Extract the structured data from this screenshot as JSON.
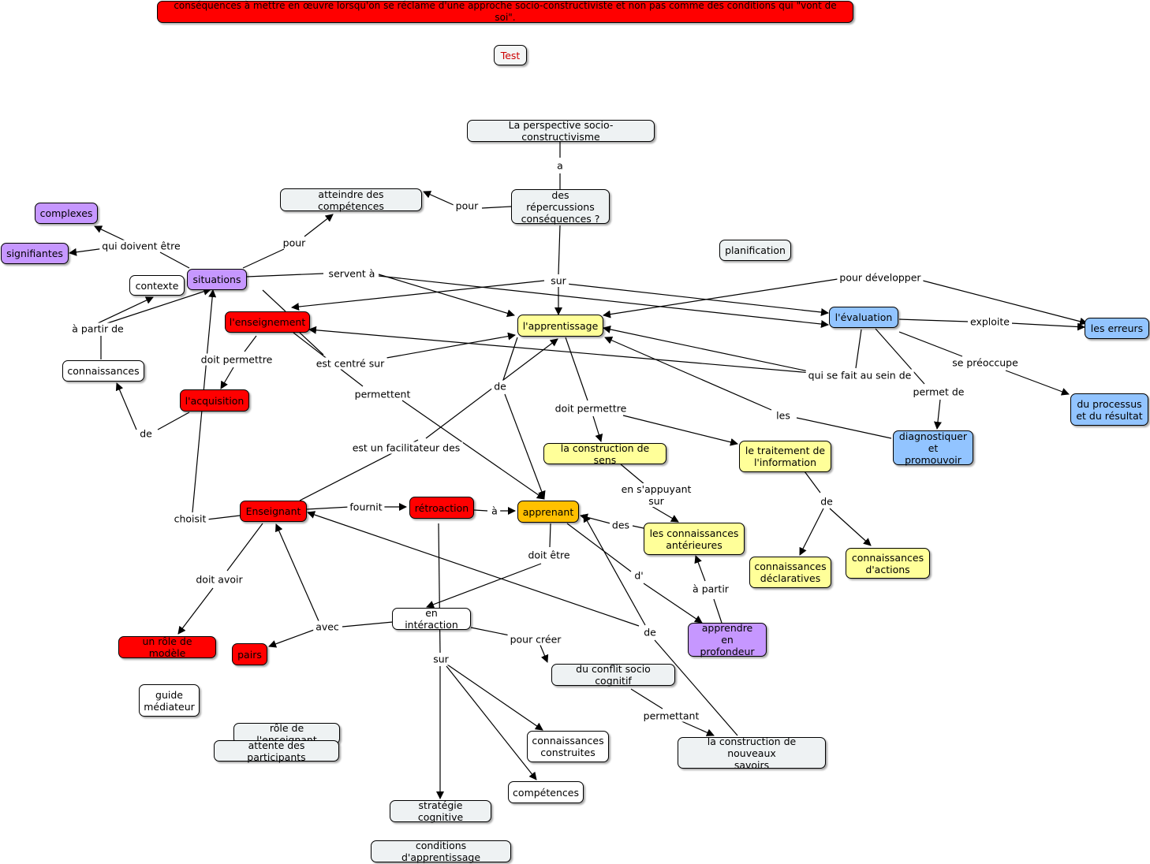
{
  "colors": {
    "red": "#ff0000",
    "yellow": "#ffff99",
    "orange": "#ffc000",
    "purple": "#c697ff",
    "blue": "#92c4ff",
    "grey": "#eef2f3",
    "white": "#ffffff"
  },
  "concepts": {
    "banner": "conséquences à mettre en œuvre lorsqu'on se réclame d'une approche socio-constructiviste et non pas comme des conditions qui \"vont de soi\".",
    "test": "Test",
    "perspective": "La perspective socio-constructivisme",
    "repercussions": "des répercussions\nconséquences ?",
    "atteindre": "atteindre des compétences",
    "planification": "planification",
    "complexes": "complexes",
    "signifiantes": "signifiantes",
    "situations": "situations",
    "contexte": "contexte",
    "enseignement": "l'enseignement",
    "apprentissage": "l'apprentissage",
    "evaluation": "l'évaluation",
    "erreurs": "les erreurs",
    "processus": "du processus\net du résultat",
    "diagnostiquer": "diagnostiquer\net promouvoir",
    "connaissances": "connaissances",
    "acquisition": "l'acquisition",
    "construction_sens": "la construction de sens",
    "traitement": "le traitement de\nl'information",
    "enseignant": "Enseignant",
    "retroaction": "rétroaction",
    "apprenant": "apprenant",
    "connaissances_anterieures": "les connaissances\nantérieures",
    "declaratives": "connaissances\ndéclaratives",
    "actions": "connaissances\nd'actions",
    "profondeur": "apprendre\nen profondeur",
    "role_modele": "un rôle de modèle",
    "pairs": "pairs",
    "interaction": "en intéraction",
    "conflit": "du conflit socio cognitif",
    "guide": "guide\nmédiateur",
    "role_enseignant": "rôle de l'enseignant",
    "attente": "attente des participants",
    "construites": "connaissances\nconstruites",
    "competences": "compétences",
    "nouveaux_savoirs": "la construction de nouveaux\nsavoirs",
    "strategie": "stratégie cognitive",
    "conditions": "conditions d'apprentissage"
  },
  "links": {
    "a": "a",
    "pour_atteindre": "pour",
    "sur": "sur",
    "pour_situations": "pour",
    "qui_doivent": "qui doivent être",
    "servent": "servent à",
    "pour_developper": "pour développer",
    "exploite": "exploite",
    "se_preoccupe": "se préoccupe",
    "permet_de": "permet de",
    "qui_se_fait": "qui se fait au sein de",
    "les": "les",
    "a_partir_de": "à partir de",
    "doit_permettre_ens": "doit permettre",
    "est_centre": "est centré sur",
    "permettent": "permettent",
    "de_connaissances": "de",
    "de_apprentissage": "de",
    "doit_permettre_app": "doit permettre",
    "est_facilitateur": "est un facilitateur des",
    "en_appuyant": "en s'appuyant\nsur",
    "de_traitement": "de",
    "choisit": "choisit",
    "fournit": "fournit",
    "a_apprenant": "à",
    "des": "des",
    "doit_etre": "doit être",
    "d": "d'",
    "a_partir": "à partir",
    "doit_avoir": "doit avoir",
    "avec": "avec",
    "pour_creer": "pour créer",
    "de_enseignant": "de",
    "sur_interaction": "sur",
    "permettant": "permettant"
  }
}
